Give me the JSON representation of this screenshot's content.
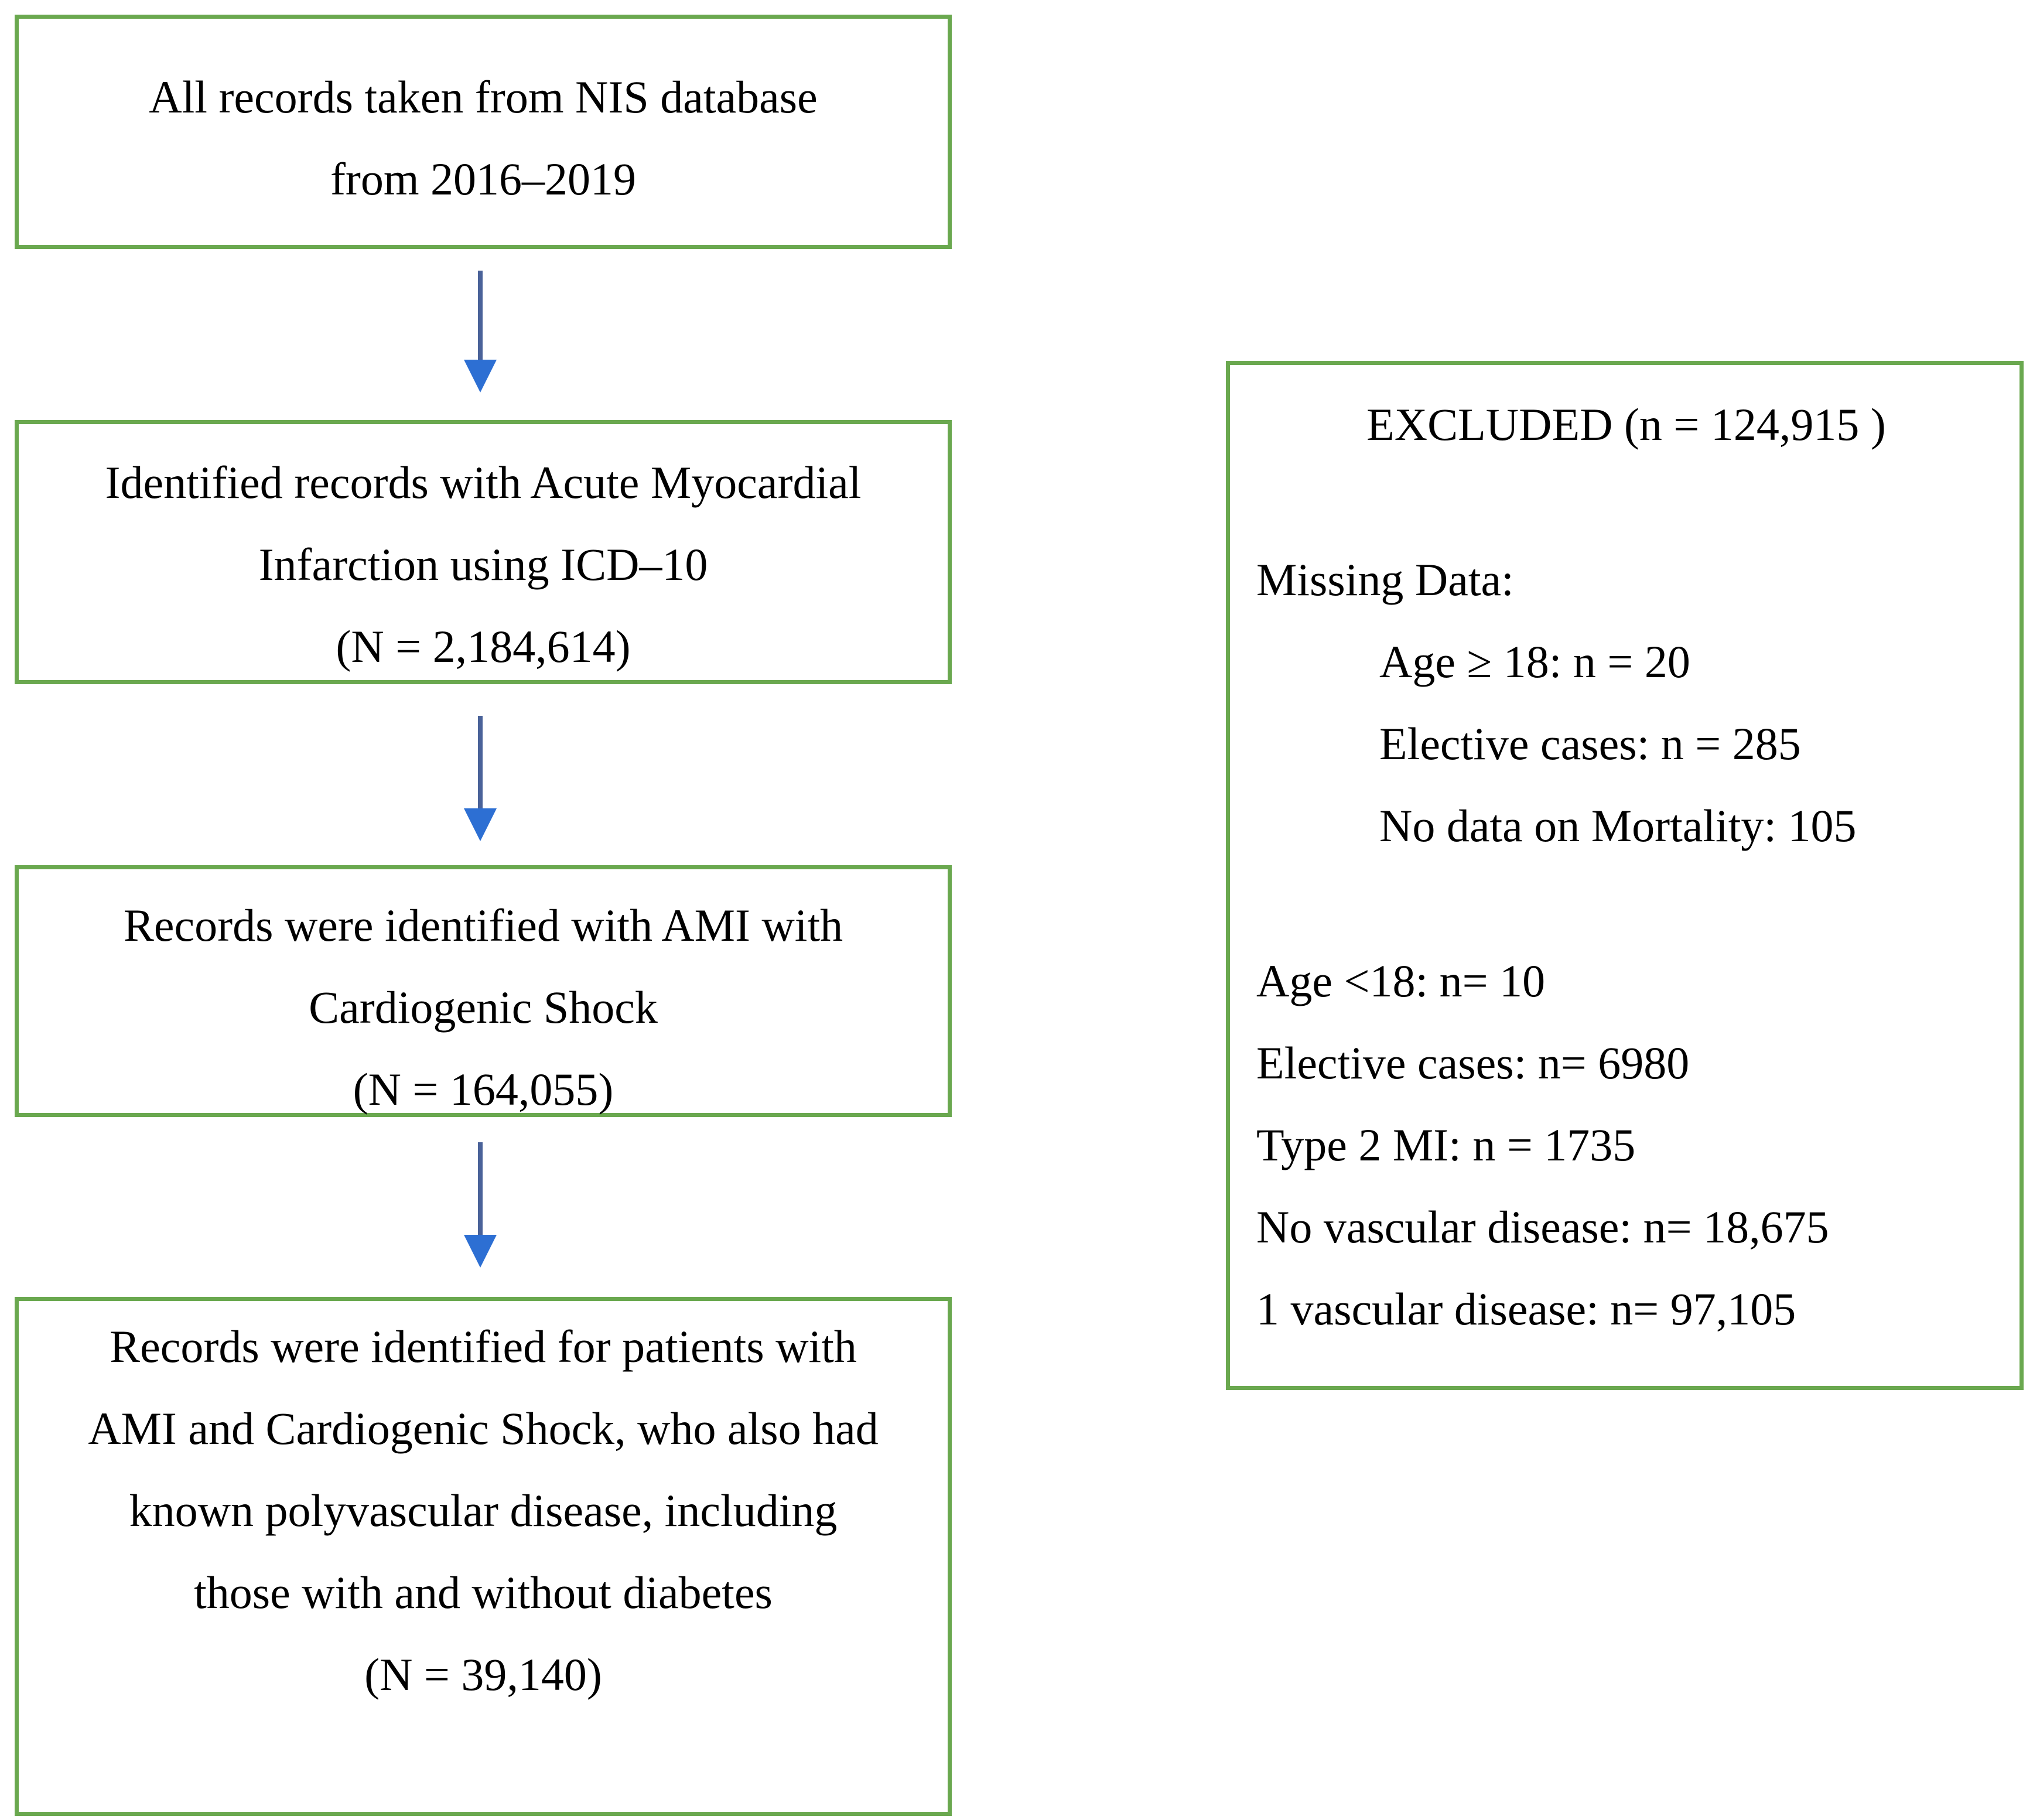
{
  "figure": {
    "type": "flowchart",
    "colors": {
      "box_border": "#6aa84f",
      "arrow_stem": "#4a6299",
      "arrow_head": "#2d6fd3",
      "text": "#000000",
      "background": "#ffffff"
    },
    "flow_boxes": [
      {
        "lines": [
          "All records taken from NIS database",
          "from 2016–2019"
        ]
      },
      {
        "lines": [
          "Identified records with Acute Myocardial",
          "Infarction using ICD–10",
          "(N = 2,184,614)"
        ]
      },
      {
        "lines": [
          "Records were identified with AMI with",
          "Cardiogenic Shock",
          "(N = 164,055)"
        ]
      },
      {
        "lines": [
          "Records were identified for patients with",
          "AMI and Cardiogenic Shock, who also had",
          "known polyvascular disease, including",
          "those with and without diabetes",
          "(N = 39,140)"
        ]
      }
    ],
    "excluded_box": {
      "title": "EXCLUDED (n = 124,915 )",
      "missing_header": "Missing Data:",
      "missing_items": [
        "Age ≥ 18: n = 20",
        "Elective cases: n = 285",
        "No data on Mortality: 105"
      ],
      "other_items": [
        "Age <18: n= 10",
        "Elective cases: n= 6980",
        "Type 2 MI: n = 1735",
        "No vascular disease: n= 18,675",
        "1 vascular disease: n= 97,105"
      ]
    }
  }
}
